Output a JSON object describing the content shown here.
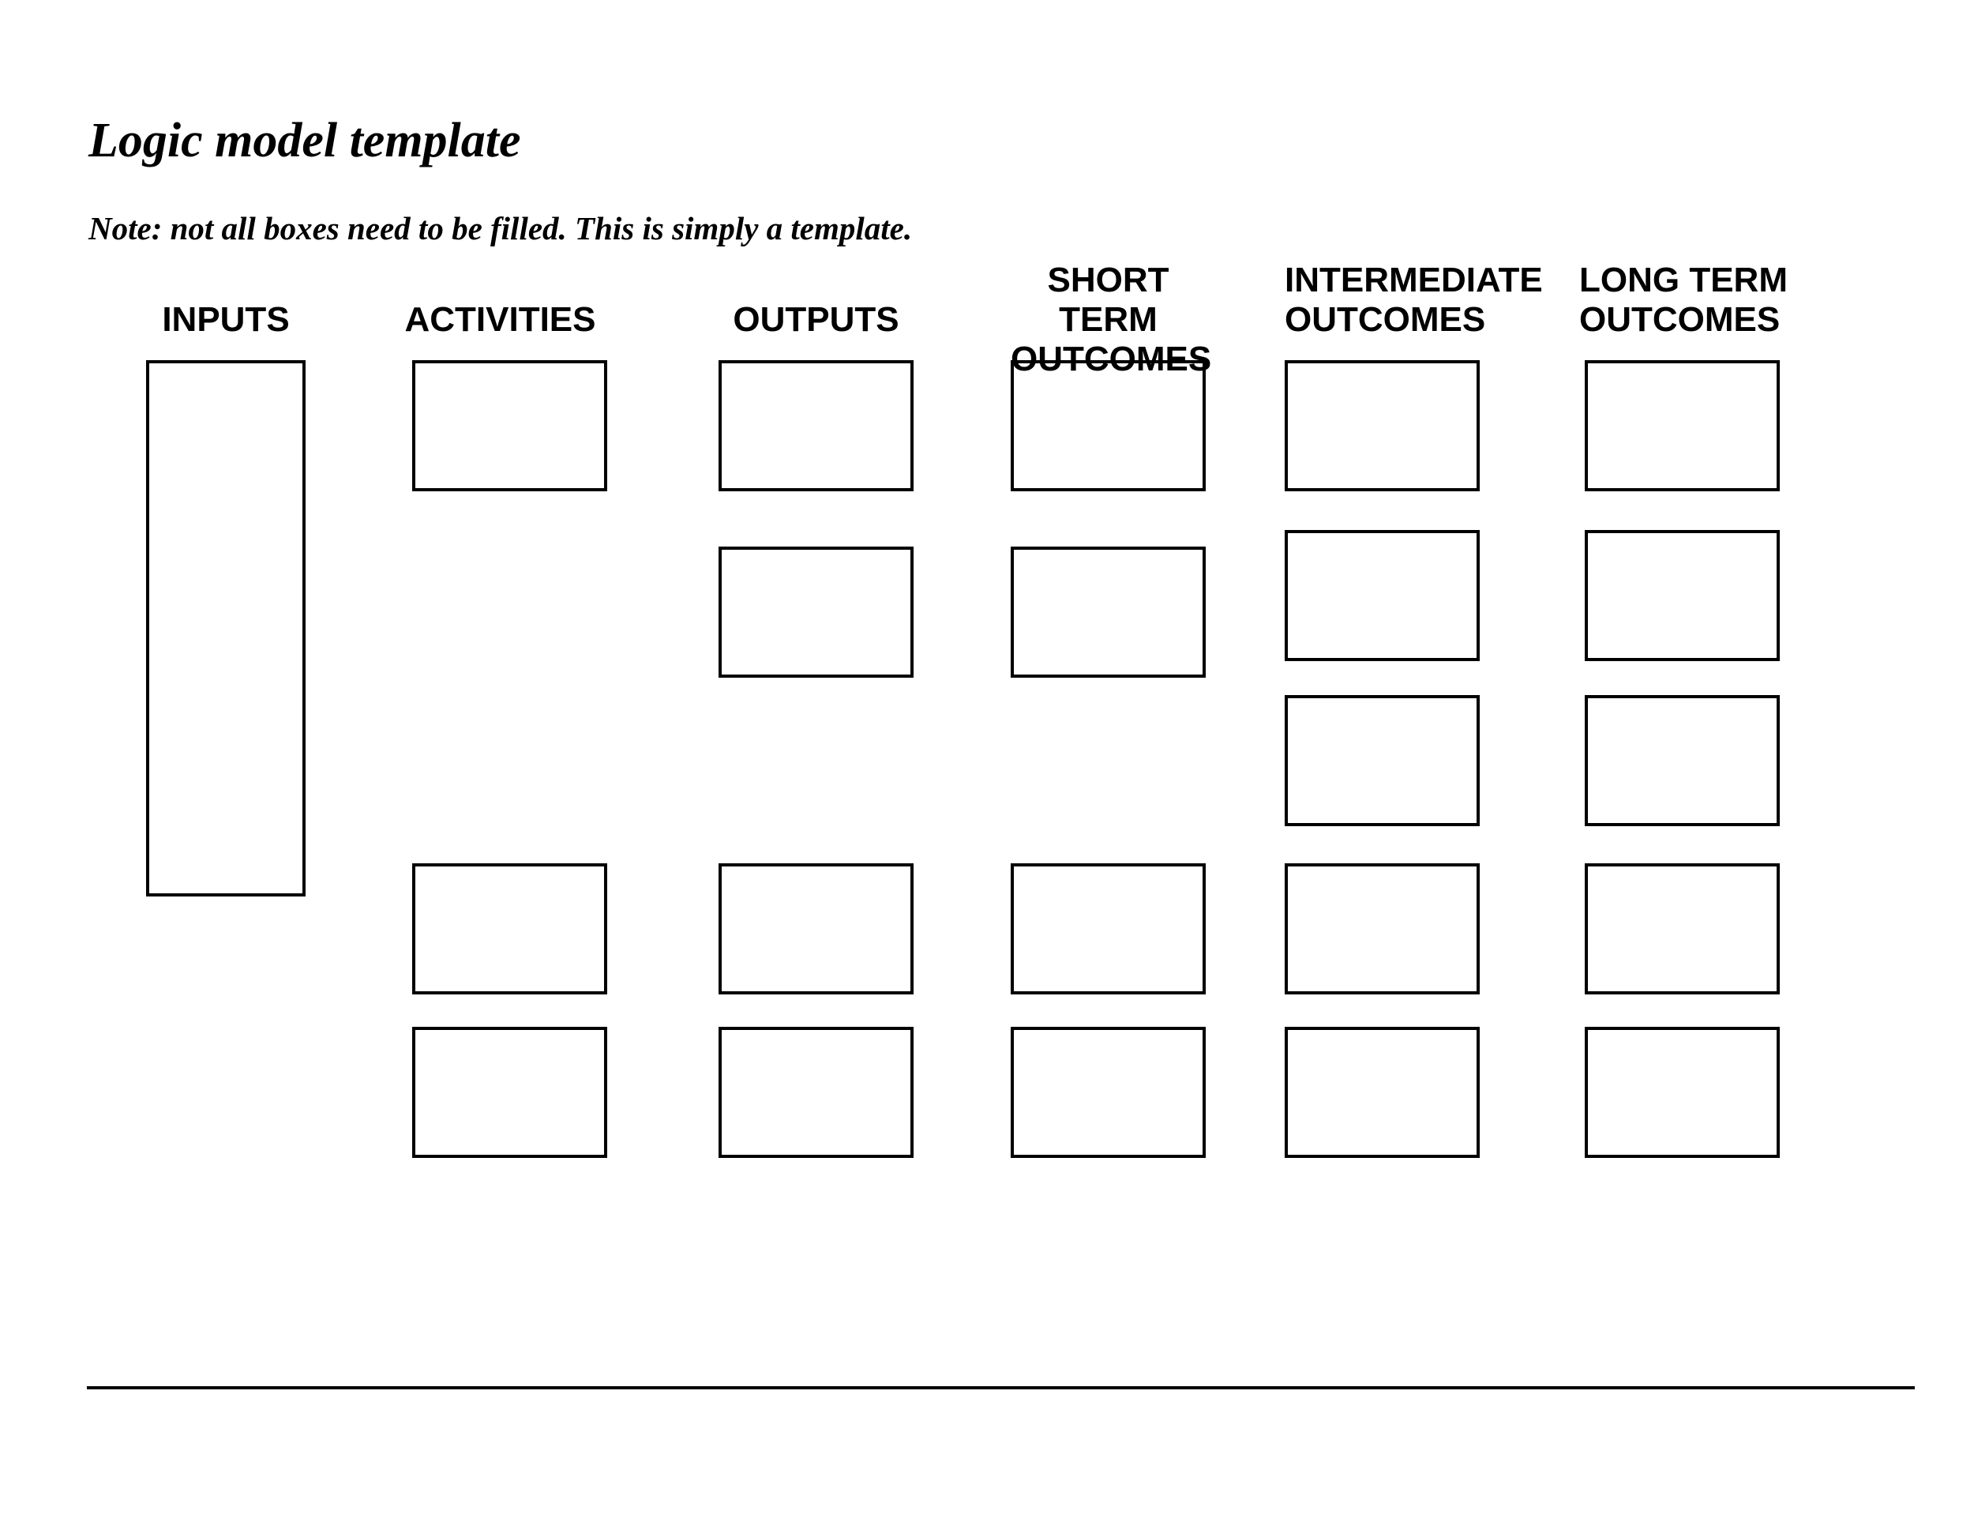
{
  "document": {
    "title": "Logic model template",
    "note": "Note: not all boxes need to be filled. This is simply a template."
  },
  "columns": [
    {
      "id": "inputs",
      "header_lines": [
        "INPUTS"
      ],
      "boxes": [
        "tall"
      ]
    },
    {
      "id": "activities",
      "header_lines": [
        "ACTIVITIES"
      ],
      "boxes": [
        "r1",
        "r4",
        "r5"
      ]
    },
    {
      "id": "outputs",
      "header_lines": [
        "OUTPUTS"
      ],
      "boxes": [
        "r1",
        "r2b",
        "r4",
        "r5"
      ]
    },
    {
      "id": "short-term-outcomes",
      "header_lines": [
        "SHORT TERM",
        "OUTCOMES"
      ],
      "boxes": [
        "r1",
        "r2b",
        "r4",
        "r5"
      ]
    },
    {
      "id": "intermediate-outcomes",
      "header_lines": [
        "INTERMEDIATE",
        "OUTCOMES"
      ],
      "boxes": [
        "r1",
        "r2a",
        "r3",
        "r4",
        "r5"
      ]
    },
    {
      "id": "long-term-outcomes",
      "header_lines": [
        "LONG TERM",
        "OUTCOMES"
      ],
      "boxes": [
        "r1",
        "r2a",
        "r3",
        "r4",
        "r5"
      ]
    }
  ],
  "colors": {
    "ink": "#000000",
    "paper": "#ffffff"
  }
}
